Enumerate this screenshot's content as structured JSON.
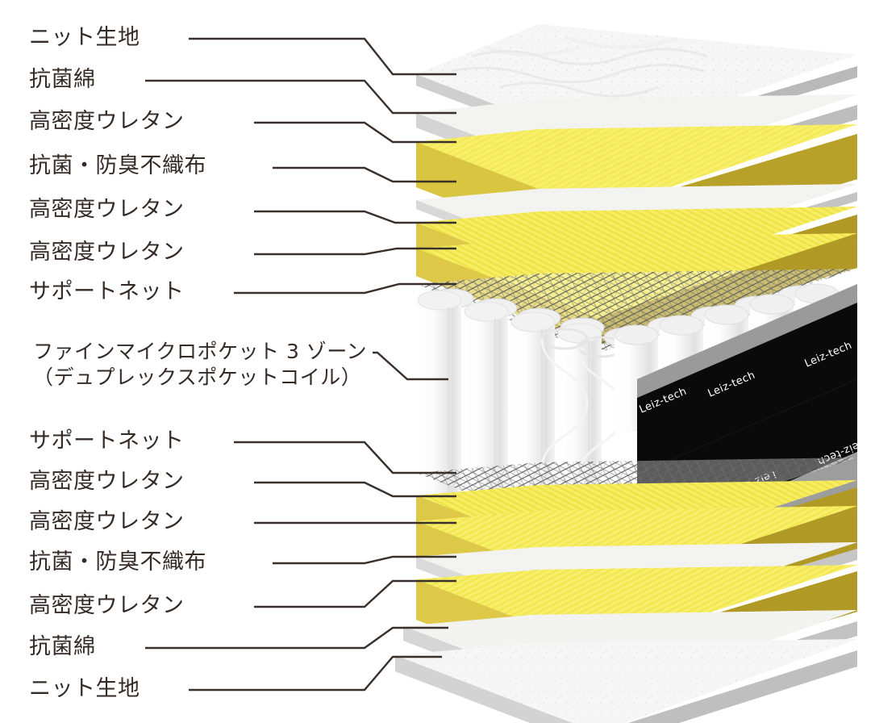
{
  "diagram": {
    "title_text": "",
    "brand_text": "Leiz-tech",
    "colors": {
      "text": "#352b26",
      "leader_line": "#3a302b",
      "urethane_top": "#f7ef6f",
      "urethane_side": "#c9b233",
      "urethane_edge": "#9d8c24",
      "fabric_top": "#f2f2f0",
      "fabric_side": "#c9c9c9",
      "knit_top": "#f4f4f4",
      "coil_body": "#fafafa",
      "coil_shade": "#dcdcdc",
      "panel_dark": "#0b0b0b",
      "panel_grey": "#9d9d9d",
      "net_line": "#6e6e6e",
      "background": "#ffffff"
    },
    "labels_upper": [
      {
        "id": "knit-fabric-top",
        "text": "ニット生地"
      },
      {
        "id": "antibacterial-cotton-top",
        "text": "抗菌綿"
      },
      {
        "id": "high-density-urethane-1",
        "text": "高密度ウレタン"
      },
      {
        "id": "antibac-deodorant-nonwoven-top",
        "text": "抗菌・防臭不織布"
      },
      {
        "id": "high-density-urethane-2",
        "text": "高密度ウレタン"
      },
      {
        "id": "high-density-urethane-3",
        "text": "高密度ウレタン"
      },
      {
        "id": "support-net-top",
        "text": "サポートネット"
      }
    ],
    "label_coil": {
      "id": "fine-micro-pocket-3-zone",
      "line1": "ファインマイクロポケット 3 ゾーン",
      "line2": "（デュプレックスポケットコイル）"
    },
    "labels_lower": [
      {
        "id": "support-net-bottom",
        "text": "サポートネット"
      },
      {
        "id": "high-density-urethane-4",
        "text": "高密度ウレタン"
      },
      {
        "id": "high-density-urethane-5",
        "text": "高密度ウレタン"
      },
      {
        "id": "antibac-deodorant-nonwoven-bottom",
        "text": "抗菌・防臭不織布"
      },
      {
        "id": "high-density-urethane-6",
        "text": "高密度ウレタン"
      },
      {
        "id": "antibacterial-cotton-bottom",
        "text": "抗菌綿"
      },
      {
        "id": "knit-fabric-bottom",
        "text": "ニット生地"
      }
    ]
  }
}
